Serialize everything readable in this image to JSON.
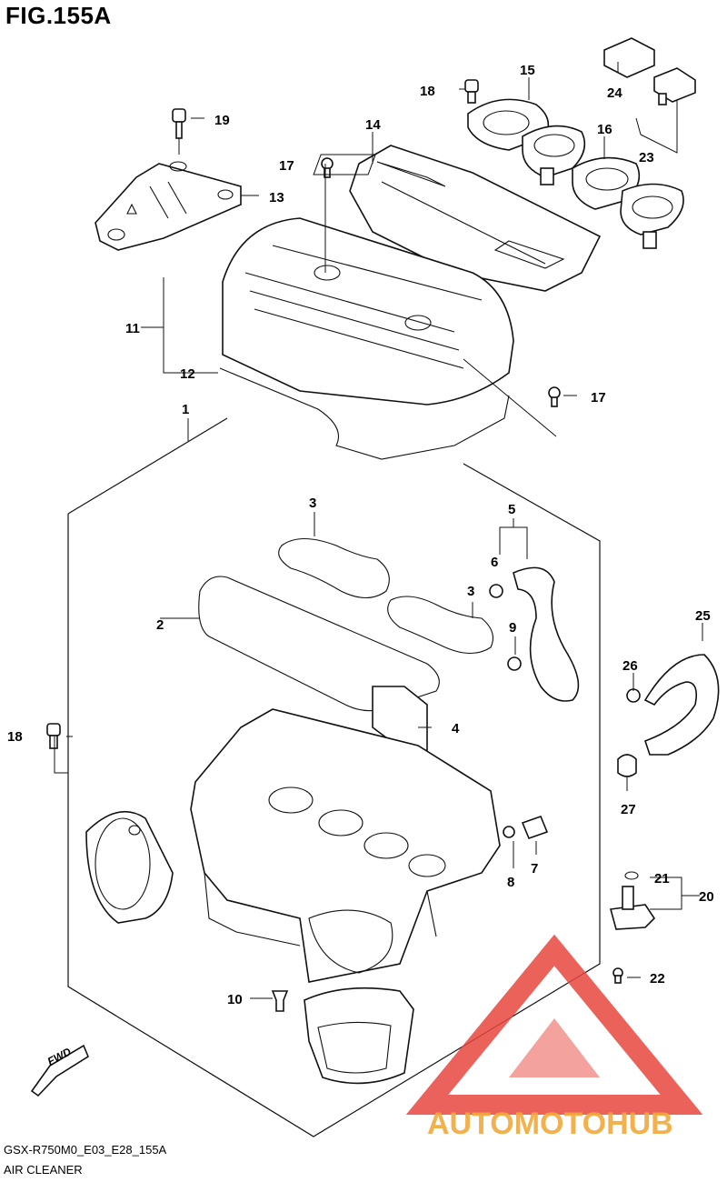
{
  "header": {
    "figure_title": "FIG.155A"
  },
  "footer": {
    "model_code": "GSX-R750M0_E03_E28_155A",
    "section_name": "AIR CLEANER"
  },
  "orientation": {
    "fwd_label": "FWD"
  },
  "watermark": {
    "brand_text": "AUTOMOTOHUB",
    "colors": {
      "triangle": "#e8473f",
      "auto": "#f2a93b",
      "moto": "#e8473f",
      "hub": "#222222"
    }
  },
  "callouts": {
    "c1": "1",
    "c2": "2",
    "c3a": "3",
    "c3b": "3",
    "c4": "4",
    "c5": "5",
    "c6": "6",
    "c7": "7",
    "c8": "8",
    "c9": "9",
    "c10": "10",
    "c11": "11",
    "c12": "12",
    "c13": "13",
    "c14": "14",
    "c15": "15",
    "c16": "16",
    "c17a": "17",
    "c17b": "17",
    "c18a": "18",
    "c18b": "18",
    "c19": "19",
    "c20": "20",
    "c21": "21",
    "c22": "22",
    "c23": "23",
    "c24": "24",
    "c25": "25",
    "c26": "26",
    "c27": "27"
  }
}
